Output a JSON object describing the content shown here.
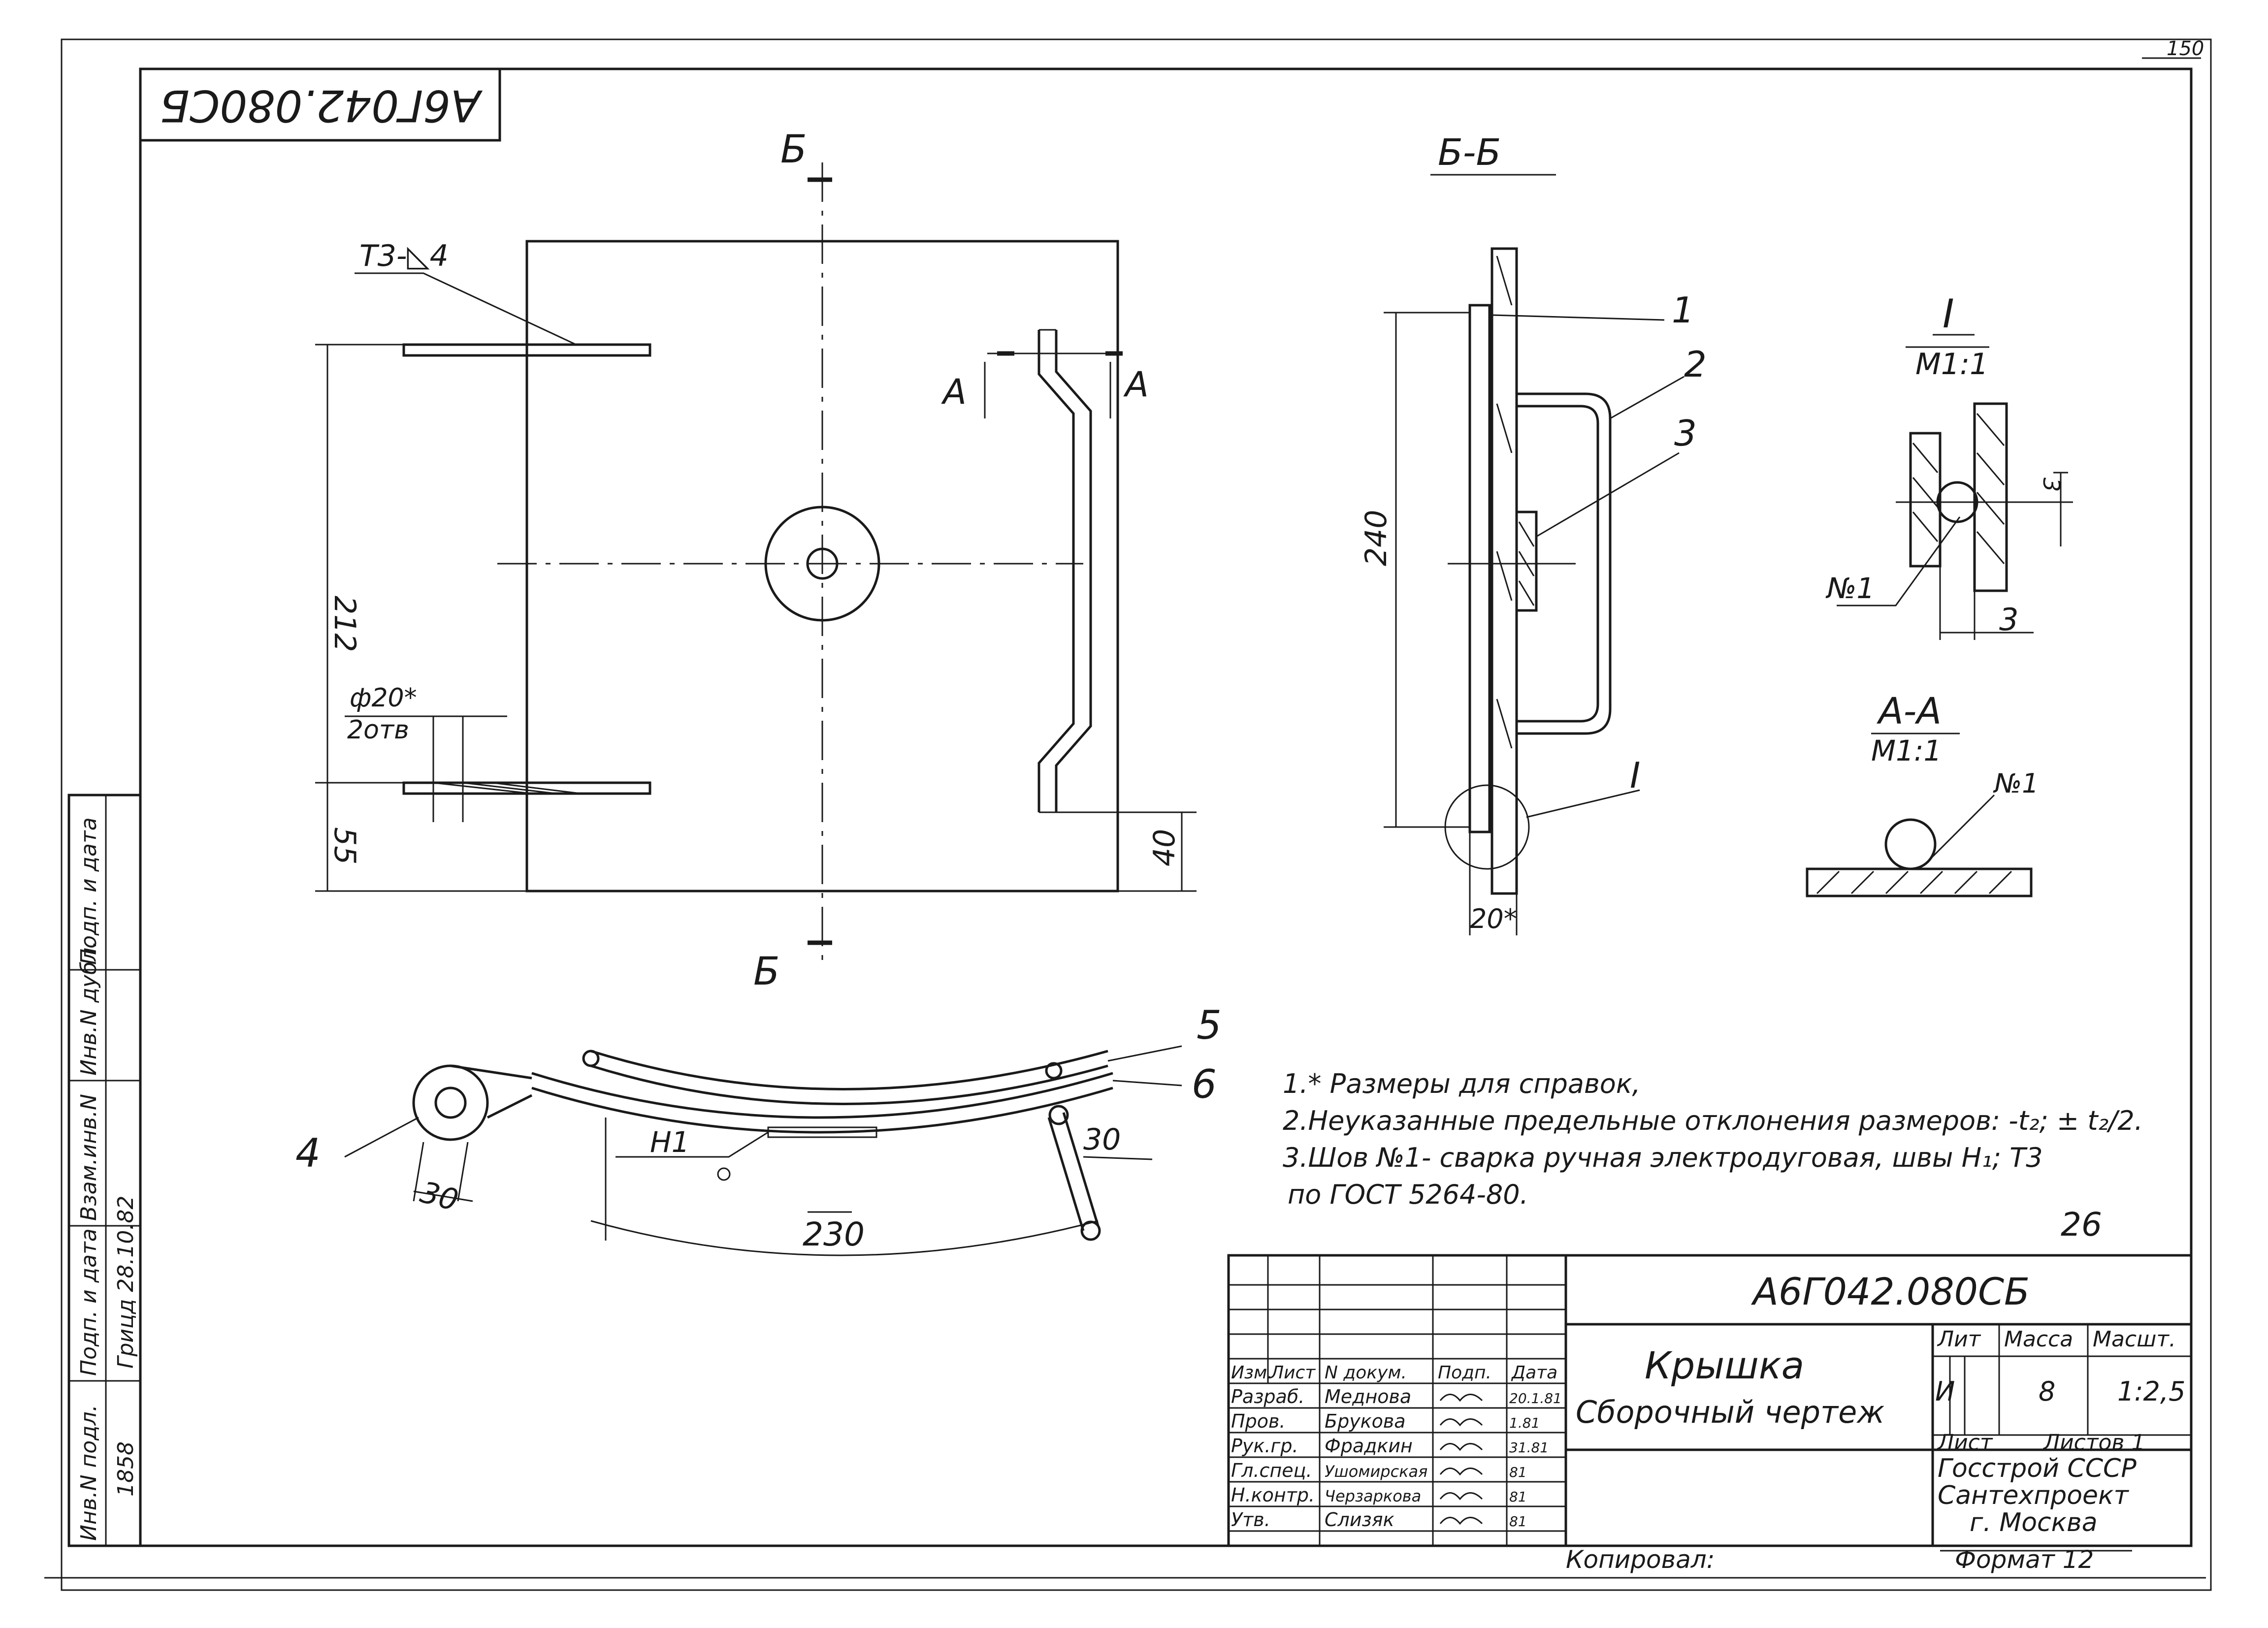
{
  "document": {
    "designation": "А6Г042.080СБ",
    "designation_mirrored": "А6Г042.080СБ",
    "corner_mark": "150",
    "page_number": "26"
  },
  "views": {
    "section_mark_top": "Б",
    "section_mark_bottom": "Б",
    "section_title": "Б-Б",
    "detail_title": "I",
    "detail_scale": "М1:1",
    "section_aa_title": "А-А",
    "section_aa_scale": "М1:1",
    "cut_a_left": "А",
    "cut_a_right": "А",
    "weld_symbol": "Т3-◺4",
    "dims": {
      "d212": "212",
      "d55": "55",
      "d40": "40",
      "d240": "240",
      "d20": "20*",
      "d3": "3",
      "d3v": "3",
      "d30a": "30",
      "d30b": "30",
      "d230": "230",
      "hole_dia": "ф20*",
      "hole_count": "2отв"
    },
    "callouts": [
      "1",
      "2",
      "3",
      "4",
      "5",
      "6"
    ],
    "detail_ref": "I",
    "weld_no": "№1",
    "weld_no_aa": "№1",
    "weld_h1": "Н1"
  },
  "notes": [
    "1.* Размеры для справок,",
    "2.Неуказанные предельные отклонения размеров: -t₂; ± t₂/2.",
    "3.Шов №1- сварка ручная электродуговая, швы Н₁; Т3",
    "по ГОСТ 5264-80."
  ],
  "left_margin_headers": [
    "Инв.N подл.",
    "Подп. и дата",
    "Взам.инв.N",
    "Инв.N дубл.",
    "Подп. и дата"
  ],
  "left_margin_values": [
    "1858",
    "Грицд 28.10.82",
    "",
    "",
    ""
  ],
  "title_block": {
    "designation": "А6Г042.080СБ",
    "title_line1": "Крышка",
    "title_line2": "Сборочный чертеж",
    "lit_label": "Лит",
    "mass_label": "Масса",
    "scale_label": "Масшт.",
    "lit_value": "И",
    "mass_value": "8",
    "scale_value": "1:2,5",
    "sheet_label": "Лист",
    "sheets_label": "Листов 1",
    "org_line1": "Госстрой СССР",
    "org_line2": "Сантехпроект",
    "org_line3": "г. Москва",
    "col_headers": [
      "Изм.",
      "Лист",
      "N докум.",
      "Подп.",
      "Дата"
    ],
    "signatures": [
      {
        "role": "Разраб.",
        "name": "Меднова",
        "date": "20.1.81"
      },
      {
        "role": "Пров.",
        "name": "Брукова",
        "date": "1.81"
      },
      {
        "role": "Рук.гр.",
        "name": "Фрадкин",
        "date": "31.81"
      },
      {
        "role": "Гл.спец.",
        "name": "Ушомирская",
        "date": "81"
      },
      {
        "role": "Н.контр.",
        "name": "Черзаркова",
        "date": "81"
      },
      {
        "role": "Утв.",
        "name": "Слизяк",
        "date": "81"
      }
    ],
    "copied_label": "Копировал:",
    "format_label": "Формат 12"
  }
}
